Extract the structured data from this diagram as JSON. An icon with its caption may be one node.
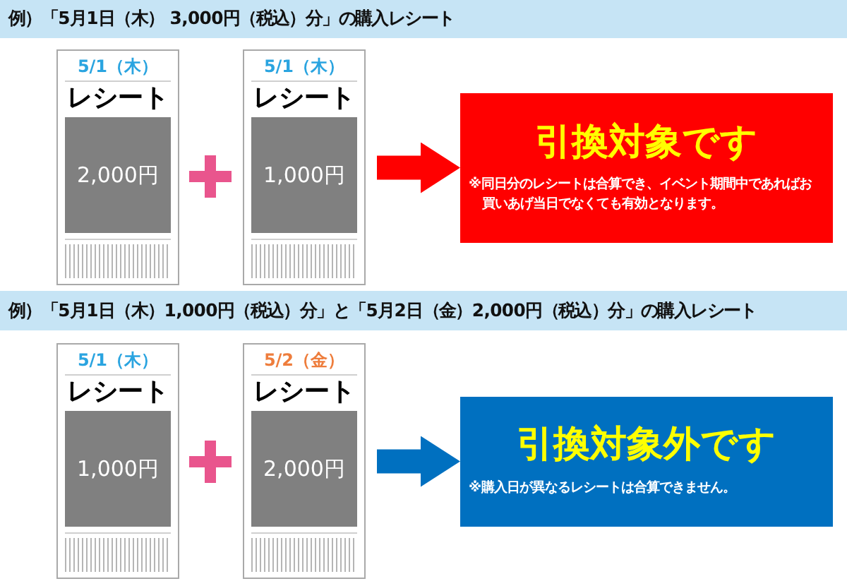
{
  "diagram": {
    "nodes": [
      {
        "text": [
          "例）「5月1日（木） 3,000円（税込）分」の購入レシート"
        ]
      },
      {
        "text": [
          "5/1（木）",
          "レシート"
        ]
      },
      {
        "text": [
          "2,000円"
        ],
        "in": 1
      },
      {
        "text": [
          "5/1（木）",
          "レシート"
        ]
      },
      {
        "text": [
          "1,000円"
        ],
        "in": 3
      },
      {
        "text": [
          "引換対象です",
          "※同日分のレシートは合算でき、イベント期間中であればお買いあげ当日でなくても有効となります。"
        ]
      },
      {
        "text": [
          "例）「5月1日（木）1,000円（税込）分」と「5月2日（金）2,000円（税込）分」の購入レシート"
        ]
      },
      {
        "text": [
          "5/1（木）",
          "レシート"
        ]
      },
      {
        "text": [
          "1,000円"
        ],
        "in": 7
      },
      {
        "text": [
          "5/2（金）",
          "レシート"
        ]
      },
      {
        "text": [
          "2,000円"
        ],
        "in": 9
      },
      {
        "text": [
          "引換対象外です",
          "※購入日が異なるレシートは合算できません。"
        ]
      }
    ],
    "edges": [
      {
        "from": 3,
        "to": 5,
        "arrow": "to",
        "color": "#ff0000"
      },
      {
        "from": 9,
        "to": 11,
        "arrow": "to",
        "color": "#0070c0"
      }
    ]
  }
}
